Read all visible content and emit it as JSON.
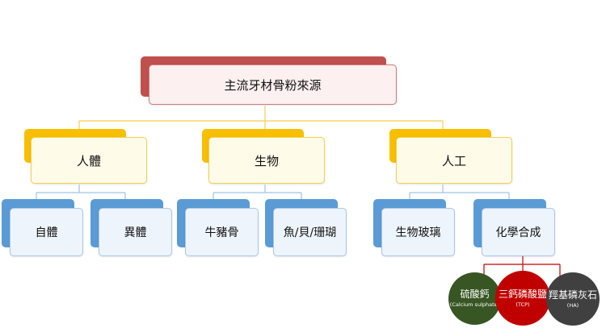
{
  "diagram": {
    "root": {
      "label": "主流牙材骨粉來源"
    },
    "categories": [
      {
        "label": "人體"
      },
      {
        "label": "生物"
      },
      {
        "label": "人工"
      }
    ],
    "leaves": [
      {
        "label": "自體"
      },
      {
        "label": "異體"
      },
      {
        "label": "牛豬骨"
      },
      {
        "label": "魚/貝/珊瑚"
      },
      {
        "label": "生物玻璃"
      },
      {
        "label": "化學合成"
      }
    ],
    "materials": [
      {
        "name": "硫酸鈣",
        "abbr": "(Calcium sulphate)",
        "color": "#375623"
      },
      {
        "name": "三鈣磷酸鹽",
        "abbr": "(TCP)",
        "color": "#c00000"
      },
      {
        "name": "羥基磷灰石",
        "abbr": "(HA)",
        "color": "#404040"
      }
    ]
  },
  "colors": {
    "root_back": "#bf504d",
    "category_back": "#f7bf00",
    "leaf_back": "#5b9bd5",
    "connector_top": "#f7cf4f",
    "connector_mid": "#9dc3e6",
    "connector_bottom": "#c00000"
  }
}
